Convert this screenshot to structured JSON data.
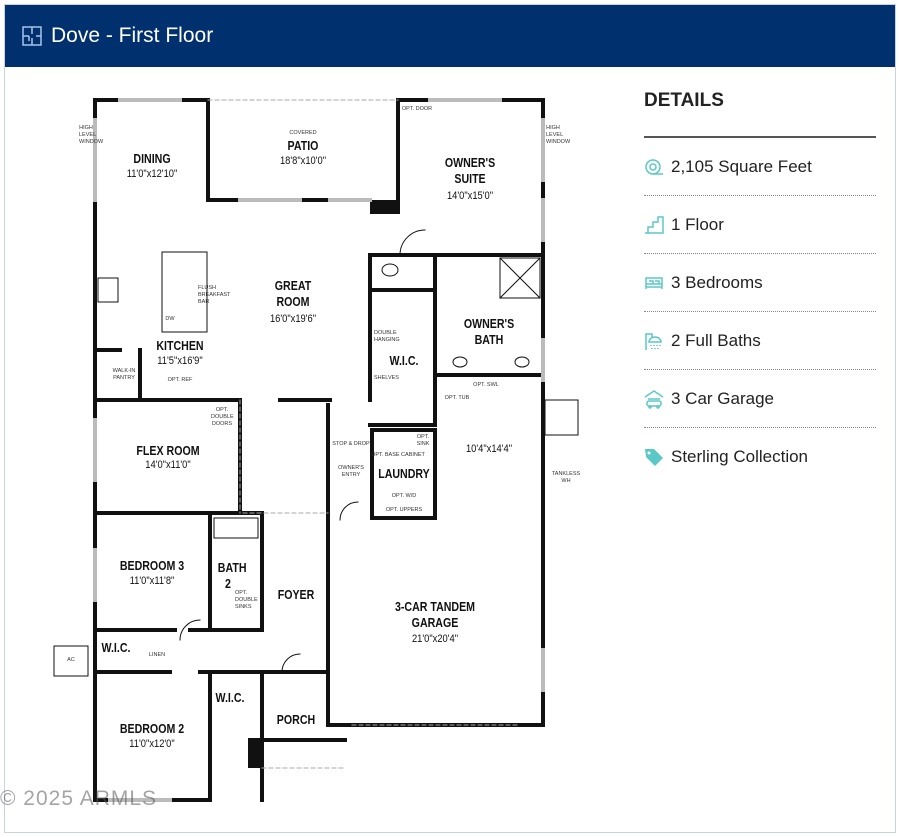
{
  "header": {
    "title": "Dove - First Floor",
    "icon": "floorplan-icon",
    "color": "#00306e"
  },
  "plan": {
    "rooms": [
      {
        "name": "DINING",
        "dim": "11'0\"x12'10\""
      },
      {
        "name": "PATIO",
        "dim": "18'8\"x10'0\"",
        "note": "COVERED"
      },
      {
        "name": "OWNER'S SUITE",
        "dim": "14'0\"x15'0\""
      },
      {
        "name": "GREAT ROOM",
        "dim": "16'0\"x19'6\""
      },
      {
        "name": "KITCHEN",
        "dim": "11'5\"x16'9\""
      },
      {
        "name": "OWNER'S BATH",
        "dim": ""
      },
      {
        "name": "W.I.C.",
        "dim": ""
      },
      {
        "name": "FLEX ROOM",
        "dim": "14'0\"x11'0\""
      },
      {
        "name": "LAUNDRY",
        "dim": ""
      },
      {
        "name": "",
        "dim": "10'4\"x14'4\""
      },
      {
        "name": "BEDROOM 3",
        "dim": "11'0\"x11'8\""
      },
      {
        "name": "BATH 2",
        "dim": ""
      },
      {
        "name": "FOYER",
        "dim": ""
      },
      {
        "name": "3-CAR TANDEM GARAGE",
        "dim": "21'0\"x20'4\""
      },
      {
        "name": "W.I.C.",
        "dim": ""
      },
      {
        "name": "BEDROOM 2",
        "dim": "11'0\"x12'0\""
      },
      {
        "name": "W.I.C.",
        "dim": ""
      },
      {
        "name": "PORCH",
        "dim": ""
      }
    ],
    "notes": {
      "opt_door": "OPT. DOOR",
      "high_level_window": "HIGH LEVEL WINDOW",
      "walk_in_pantry": "WALK-IN PANTRY",
      "opt_ref": "OPT. REF",
      "dw": "DW",
      "flush_breakfast_bar": "FLUSH BREAKFAST BAR",
      "opt_double_doors": "OPT. DOUBLE DOORS",
      "stop_drop": "STOP & DROP",
      "owners_entry": "OWNER'S ENTRY",
      "opt_base_cabinet": "OPT. BASE CABINET",
      "opt_sink": "OPT. SINK",
      "opt_wd": "OPT. W/D",
      "opt_uppers": "OPT. UPPERS",
      "opt_tub": "OPT. TUB",
      "opt_swl": "OPT. SWL",
      "tankless_wh": "TANKLESS WH",
      "linen": "LINEN",
      "ac": "AC",
      "double_hanging": "DOUBLE HANGING",
      "shelves": "SHELVES",
      "opt_double_sinks": "OPT. DOUBLE SINKS"
    }
  },
  "details": {
    "title": "DETAILS",
    "accent": "#5bc8c8",
    "items": [
      {
        "icon": "tape-measure-icon",
        "label": "2,105 Square Feet"
      },
      {
        "icon": "stairs-icon",
        "label": "1 Floor"
      },
      {
        "icon": "bed-icon",
        "label": "3 Bedrooms"
      },
      {
        "icon": "shower-icon",
        "label": "2 Full Baths"
      },
      {
        "icon": "garage-icon",
        "label": "3 Car Garage"
      },
      {
        "icon": "tag-icon",
        "label": "Sterling Collection"
      }
    ]
  },
  "watermark": "© 2025 ARMLS"
}
